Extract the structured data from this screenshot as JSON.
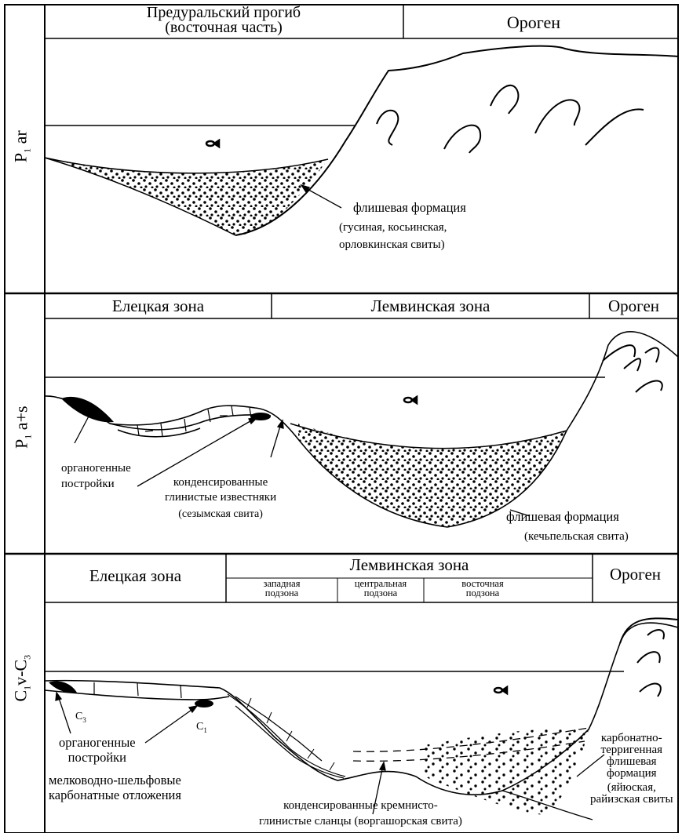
{
  "panel1": {
    "age": "P",
    "age_sub": "1",
    "age_suffix": " ar",
    "header_left_line1": "Предуральский прогиб",
    "header_left_line2": "(восточная часть)",
    "header_right": "Ороген",
    "flysch_title": "флишевая формация",
    "flysch_line1": "(гусиная, косьинская,",
    "flysch_line2": "орловкинская свиты)"
  },
  "panel2": {
    "age": "P",
    "age_sub": "1",
    "age_suffix": " a+s",
    "header_zone1": "Елецкая зона",
    "header_zone2": "Лемвинская зона",
    "header_orogen": "Ороген",
    "reef_line1": "органогенные",
    "reef_line2": "постройки",
    "condensed_line1": "конденсированные",
    "condensed_line2": "глинистые известняки",
    "condensed_line3": "(сезымская свита)",
    "flysch_title": "флишевая формация",
    "flysch_sub": "(кечьпельская свита)"
  },
  "panel3": {
    "age_c1": "C",
    "age_c1_sub": "1",
    "age_mid": "v-C",
    "age_c3_sub": "3",
    "header_zone1": "Елецкая зона",
    "header_zone2": "Лемвинская зона",
    "header_orogen": "Ороген",
    "subzone_west_1": "западная",
    "subzone_west_2": "подзона",
    "subzone_central_1": "центральная",
    "subzone_central_2": "подзона",
    "subzone_east_1": "восточная",
    "subzone_east_2": "подзона",
    "c3_label": "C",
    "c3_sub": "3",
    "c1_label": "C",
    "c1_sub": "1",
    "reef_line1": "органогенные",
    "reef_line2": "постройки",
    "shelf_line1": "мелководно-шельфовые",
    "shelf_line2": "карбонатные отложения",
    "flysch_line1": "карбонатно-",
    "flysch_line2": "терригенная",
    "flysch_line3": "флишевая",
    "flysch_line4": "формация",
    "flysch_line5": "(яйюская,",
    "flysch_line6": "райизская свиты",
    "shale_line1": "конденсированные кремнисто-",
    "shale_line2": "глинистые сланцы (воргашорская свита)"
  }
}
